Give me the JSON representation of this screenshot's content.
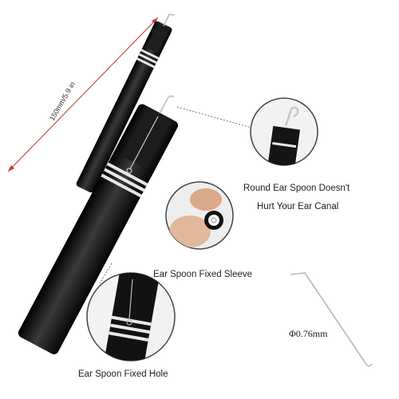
{
  "labels": {
    "length": "150mm/5.9 in",
    "round_spoon_line1": "Round Ear Spoon Doesn't",
    "round_spoon_line2": "Hurt Your Ear Canal",
    "fixed_sleeve": "Ear Spoon Fixed Sleeve",
    "fixed_hole": "Ear Spoon Fixed Hole",
    "diameter": "Φ0.76mm"
  },
  "colors": {
    "body": "#111111",
    "ring": "#e8e8e8",
    "arrow": "#c0392b",
    "callout_line": "#555555",
    "wire": "#b8b8b8",
    "finger": "#e2b79a"
  }
}
